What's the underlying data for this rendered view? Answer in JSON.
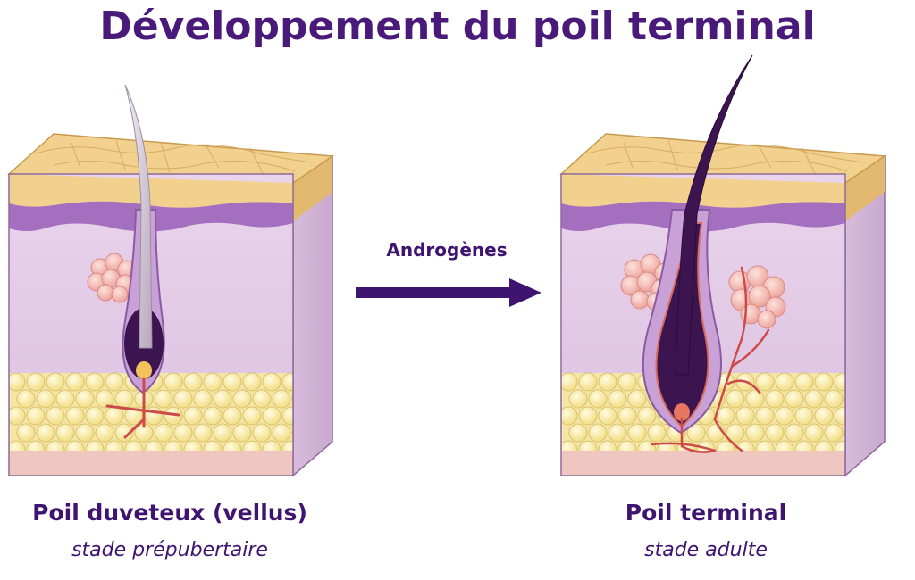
{
  "title": "Développement du poil terminal",
  "arrow_label": "Androgènes",
  "left_panel": {
    "caption": "Poil duveteux (vellus)",
    "subcaption": "stade prépubertaire"
  },
  "right_panel": {
    "caption": "Poil terminal",
    "subcaption": "stade adulte"
  },
  "colors": {
    "title": "#4a1a7a",
    "arrow": "#3e1470",
    "epidermis": "#f2d08e",
    "dermis": "#e6cde6",
    "papillary_layer": "#a56fc0",
    "fat": "#f6e79a",
    "hair_terminal": "#3c1450",
    "sebaceous_gland": "#f3b9b4",
    "blood_vessel": "#cc4a4a"
  }
}
